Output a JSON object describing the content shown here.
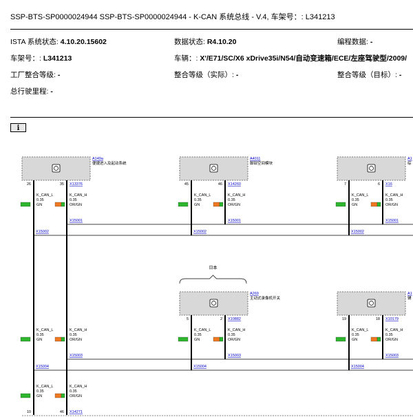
{
  "header": {
    "title": "SSP-BTS-SP0000024944 SSP-BTS-SP0000024944 - K-CAN 系统总线 - V.4, 车架号：: L341213"
  },
  "info": {
    "ista_label": "ISTA 系统状态:",
    "ista_value": "4.10.20.15602",
    "data_label": "数据状态:",
    "data_value": "R4.10.20",
    "prog_label": "编程数据:",
    "prog_value": "-",
    "vin_label": "车架号：:",
    "vin_value": "L341213",
    "vehicle_label": "车辆：:",
    "vehicle_value": "X'/E71/SC/X6 xDrive35i/N54/自动变速箱/ECE/左座驾驶型/2009/",
    "factory_label": "工厂整合等级:",
    "factory_value": "-",
    "actual_label": "整合等级（实际）:",
    "actual_value": "-",
    "target_label": "整合等级（目标）:",
    "target_value": "-",
    "mileage_label": "总行驶里程:",
    "mileage_value": "-"
  },
  "info_button": "i",
  "diagram": {
    "group_label": "日本",
    "wire": {
      "low": "K_CAN_L",
      "high": "K_CAN_H",
      "gauge": "0.35",
      "color_low": "GN",
      "color_high": "OR/GN"
    },
    "colors": {
      "gn": "#2db52d",
      "or": "#f07820",
      "module_fill": "#d8d8d8"
    },
    "modules": [
      {
        "id": "A149a",
        "name": "便捷进入及起动系统",
        "pin_l": "26",
        "pin_h": "35",
        "conn": "X13376"
      },
      {
        "id": "A4011",
        "name": "脚部空间模块",
        "pin_l": "45",
        "pin_h": "46",
        "conn": "X14260"
      },
      {
        "id": "A1",
        "name": "综",
        "pin_l": "7",
        "pin_h": "6",
        "conn": "X16"
      },
      {
        "id": "A269",
        "name": "主动式录像机开关",
        "pin_l": "5",
        "pin_h": "2",
        "conn": "X10882"
      },
      {
        "id": "A1",
        "name": "辅",
        "pin_l": "19",
        "pin_h": "18",
        "conn": "X10179"
      }
    ],
    "splices": [
      "X15001",
      "X15002",
      "X15003",
      "X15004"
    ],
    "bottom": {
      "pin_l": "10",
      "pin_h": "46",
      "conn": "X14271"
    }
  }
}
